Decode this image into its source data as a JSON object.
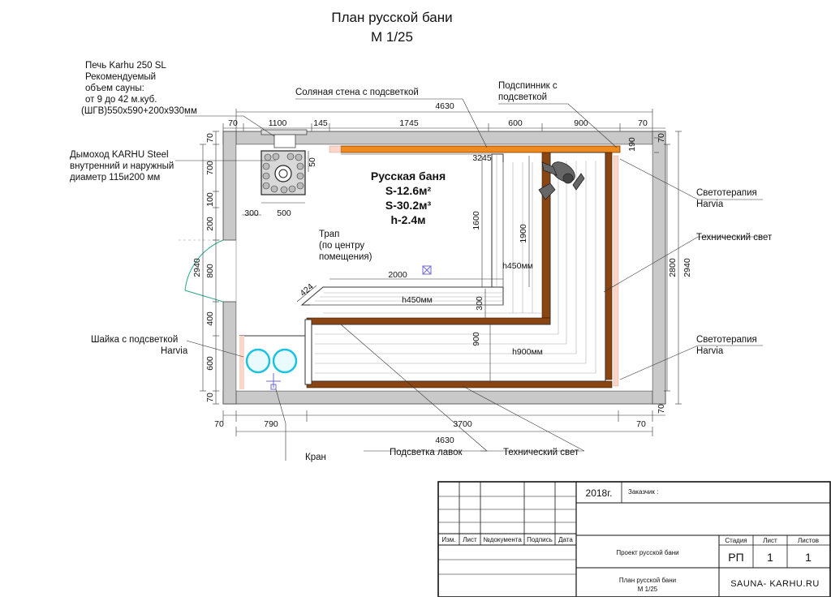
{
  "title": {
    "line1": "План русской бани",
    "line2": "М 1/25"
  },
  "room": {
    "name": "Русская баня",
    "area": "S-12.6м²",
    "volume": "S-30.2м³",
    "height": "h-2.4м"
  },
  "callouts": {
    "stove": [
      "Печь Karhu 250 SL",
      "Рекомендуемый",
      "объем сауны:",
      "от 9 до 42 м.куб.",
      "(ШГВ)550x590+200x930мм"
    ],
    "chimney": [
      "Дымоход KARHU Steel",
      "внутренний и наружный",
      "диаметр 115и200 мм"
    ],
    "salt_wall": "Соляная стена с подсветкой",
    "backrest": [
      "Подспинник с",
      "подсветкой"
    ],
    "lighttherapy_top": [
      "Светотерапия",
      "Harvia"
    ],
    "tech_light_right": "Технический свет",
    "lighttherapy_bottom": [
      "Светотерапия",
      "Harvia"
    ],
    "drain": [
      "Трап",
      "(по центру",
      "помещения)"
    ],
    "bucket": [
      "Шайка с подсветкой",
      "Harvia"
    ],
    "tap": "Кран",
    "bench_light": "Подсветка лавок",
    "tech_light_bottom": "Технический свет"
  },
  "dims": {
    "top_total": "4630",
    "top_segments": [
      "70",
      "1100",
      "145",
      "1745",
      "600",
      "900",
      "70"
    ],
    "bottom_total": "4630",
    "bottom_segments": [
      "70",
      "790",
      "3700",
      "70"
    ],
    "left_total": "2940",
    "left_segments": [
      "70",
      "700",
      "100",
      "200",
      "800",
      "400",
      "600",
      "70"
    ],
    "right_outer": "2940",
    "right_inner": "2800",
    "right_top": [
      "70",
      "190"
    ],
    "right_bottom": "70",
    "stove_300": "300",
    "stove_500": "500",
    "stove_50": "50",
    "d3245": "3245",
    "d1600": "1600",
    "d1900": "1900",
    "d2000": "2000",
    "d424": "424",
    "d300": "300",
    "d900": "900",
    "h450a": "h450мм",
    "h450b": "h450мм",
    "h900": "h900мм"
  },
  "titleblock": {
    "year": "2018г.",
    "customer": "Заказчик :",
    "cols": [
      "Изм.",
      "Лист",
      "№документа",
      "Подпись",
      "Дата"
    ],
    "project": "Проект русской бани",
    "plan": [
      "План русской бани",
      "М 1/25"
    ],
    "stage_h": "Стадия",
    "sheet_h": "Лист",
    "sheets_h": "Листов",
    "stage": "РП",
    "sheet": "1",
    "sheets": "1",
    "site": "SAUNA- KARHU.RU"
  }
}
